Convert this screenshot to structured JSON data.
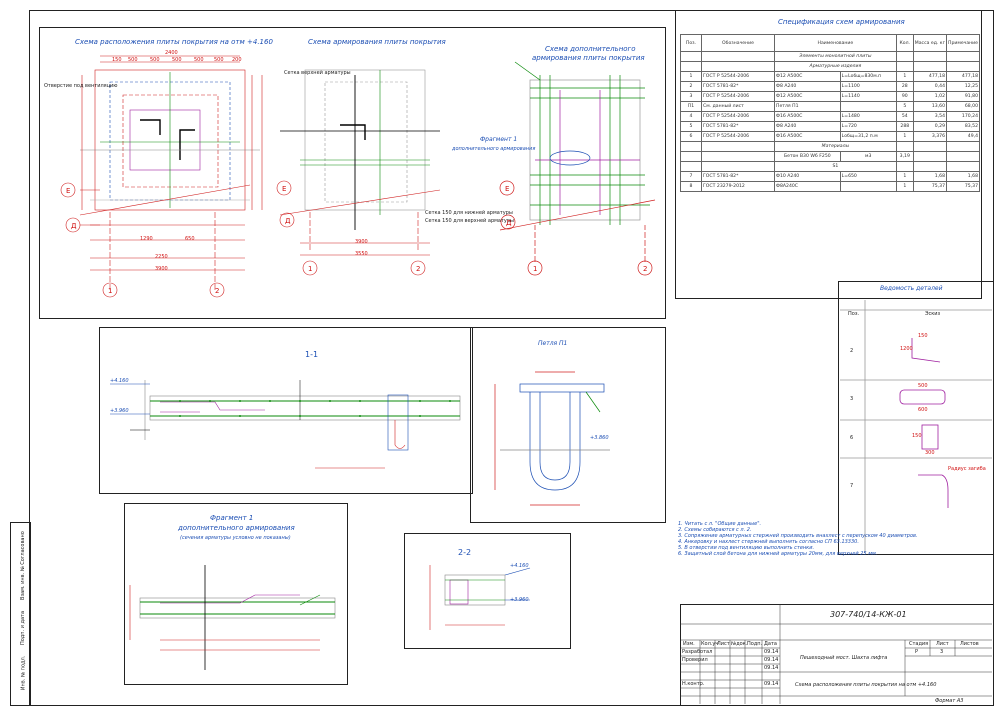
{
  "drawing": {
    "scheme_plate_title": "Схема расположения плиты покрытия на отм +4.160",
    "scheme_reinf_title": "Схема армирования плиты покрытия",
    "scheme_add_title_1": "Схема дополнительного",
    "scheme_add_title_2": "армирования плиты покрытия",
    "fragment_label_1": "Фрагмент 1",
    "fragment_label_2": "дополнительного армирования",
    "section_1_1": "1-1",
    "section_2_2": "2-2",
    "loop_title": "Петля П1",
    "fragment1_title": "Фрагмент 1",
    "fragment1_sub": "дополнительного армирования",
    "fragment1_note": "(сечения арматуры условно не показаны)",
    "axis_labels": [
      "1",
      "2",
      "Е",
      "Д"
    ],
    "dims_top": [
      "2400",
      "150",
      "500",
      "500",
      "500",
      "500",
      "500",
      "200"
    ],
    "dims_bottom": [
      "1290",
      "650",
      "2250",
      "3900",
      "3900",
      "3550"
    ],
    "level_marks": [
      "+4.160",
      "+3.960",
      "+3.860",
      "+3.960",
      "+4.160"
    ],
    "note_opening": "Отверстие под вентиляцию",
    "note_rebar_top": "Сетка верхней арматуры",
    "note_rebar_mid": "Сетка 150 для нижней арматуры",
    "note_rebar_bot": "Сетка 150 для верхней арматуры"
  },
  "spec": {
    "title": "Спецификация схем армирования",
    "headers": [
      "Поз.",
      "Обозначение",
      "Наименование",
      "Кол.",
      "Масса ед. кг",
      "Примечание"
    ],
    "group1": "Элементы монолитной плиты",
    "group2": "Арматурные изделия",
    "rows": [
      [
        "1",
        "ГОСТ Р 52544-2006",
        "Ф12 А500С",
        "L=Lобщ=830м.п",
        "1",
        "477,18",
        "477,18"
      ],
      [
        "2",
        "ГОСТ 5781-82*",
        "Ф8 А240",
        "L=1100",
        "28",
        "0,44",
        "12,25"
      ],
      [
        "3",
        "ГОСТ Р 52544-2006",
        "Ф12 А500С",
        "L=1140",
        "90",
        "1,02",
        "91,80"
      ],
      [
        "П1",
        "См. данный лист",
        "Петля П1",
        "",
        "5",
        "13,60",
        "68,00"
      ],
      [
        "4",
        "ГОСТ Р 52544-2006",
        "Ф16 А500С",
        "L=1480",
        "54",
        "3,54",
        "170,24"
      ],
      [
        "5",
        "ГОСТ 5781-82*",
        "Ф8 А240",
        "L=720",
        "288",
        "0,29",
        "83,52"
      ],
      [
        "6",
        "ГОСТ Р 52544-2006",
        "Ф16 А500С",
        "Lобщ=31,2 п.м",
        "1",
        "3,376",
        "49,4"
      ],
      [
        "7",
        "ГОСТ 5781-82*",
        "Ф10 А240",
        "L=650",
        "1",
        "1,68",
        "1,68"
      ],
      [
        "8",
        "ГОСТ 23279-2012",
        "Ф8А240С",
        "",
        "1",
        "75,37",
        "75,37"
      ]
    ],
    "materials": "Материалы",
    "concrete": "Бетон B30 W6 F250",
    "concrete_unit": "м3",
    "concrete_val": "3,19",
    "s1": "S1"
  },
  "details": {
    "title": "Ведомость деталей",
    "headers": [
      "Поз.",
      "Эскиз"
    ],
    "rows": [
      {
        "pos": "2",
        "dims": [
          "150",
          "1200"
        ]
      },
      {
        "pos": "3",
        "dims": [
          "500",
          "600"
        ]
      },
      {
        "pos": "6",
        "dims": [
          "150",
          "300"
        ]
      },
      {
        "pos": "7",
        "dims": [
          "Радиус загиба"
        ]
      }
    ]
  },
  "notes": [
    "1. Читать с л. \"Общие данные\".",
    "2. Схемы собираются с л. 2.",
    "3. Сопряжение арматурных стержней производить внахлест с перепуском 40 диаметров.",
    "4. Анкеровку и нахлест стержней выполнять согласно СП 63.13330.",
    "5. В отверстии под вентиляцию выполнить стенки.",
    "6. Защитный слой бетона для нижней арматуры 20мм, для верхней 25 мм."
  ],
  "stamp": {
    "code": "307-740/14-КЖ-01",
    "cols": [
      "Изм.",
      "Кол.уч",
      "Лист",
      "№док.",
      "Подп.",
      "Дата"
    ],
    "roles": [
      "Разработал",
      "Проверил",
      "",
      "Н.контр."
    ],
    "dates": [
      "09.14",
      "09.14",
      "09.14",
      "09.14"
    ],
    "project": "Пешеходный мост. Шахта лифта",
    "sheet_title": "Схема расположения плиты покрытия на отм +4.160",
    "stage_h": "Стадия",
    "sheet_h": "Лист",
    "sheets_h": "Листов",
    "stage": "Р",
    "sheet": "3",
    "format": "Формат А3"
  },
  "side_stamp": [
    "Согласовано",
    "Взам. инв. №",
    "Подп. и дата",
    "Инв. № подл."
  ]
}
